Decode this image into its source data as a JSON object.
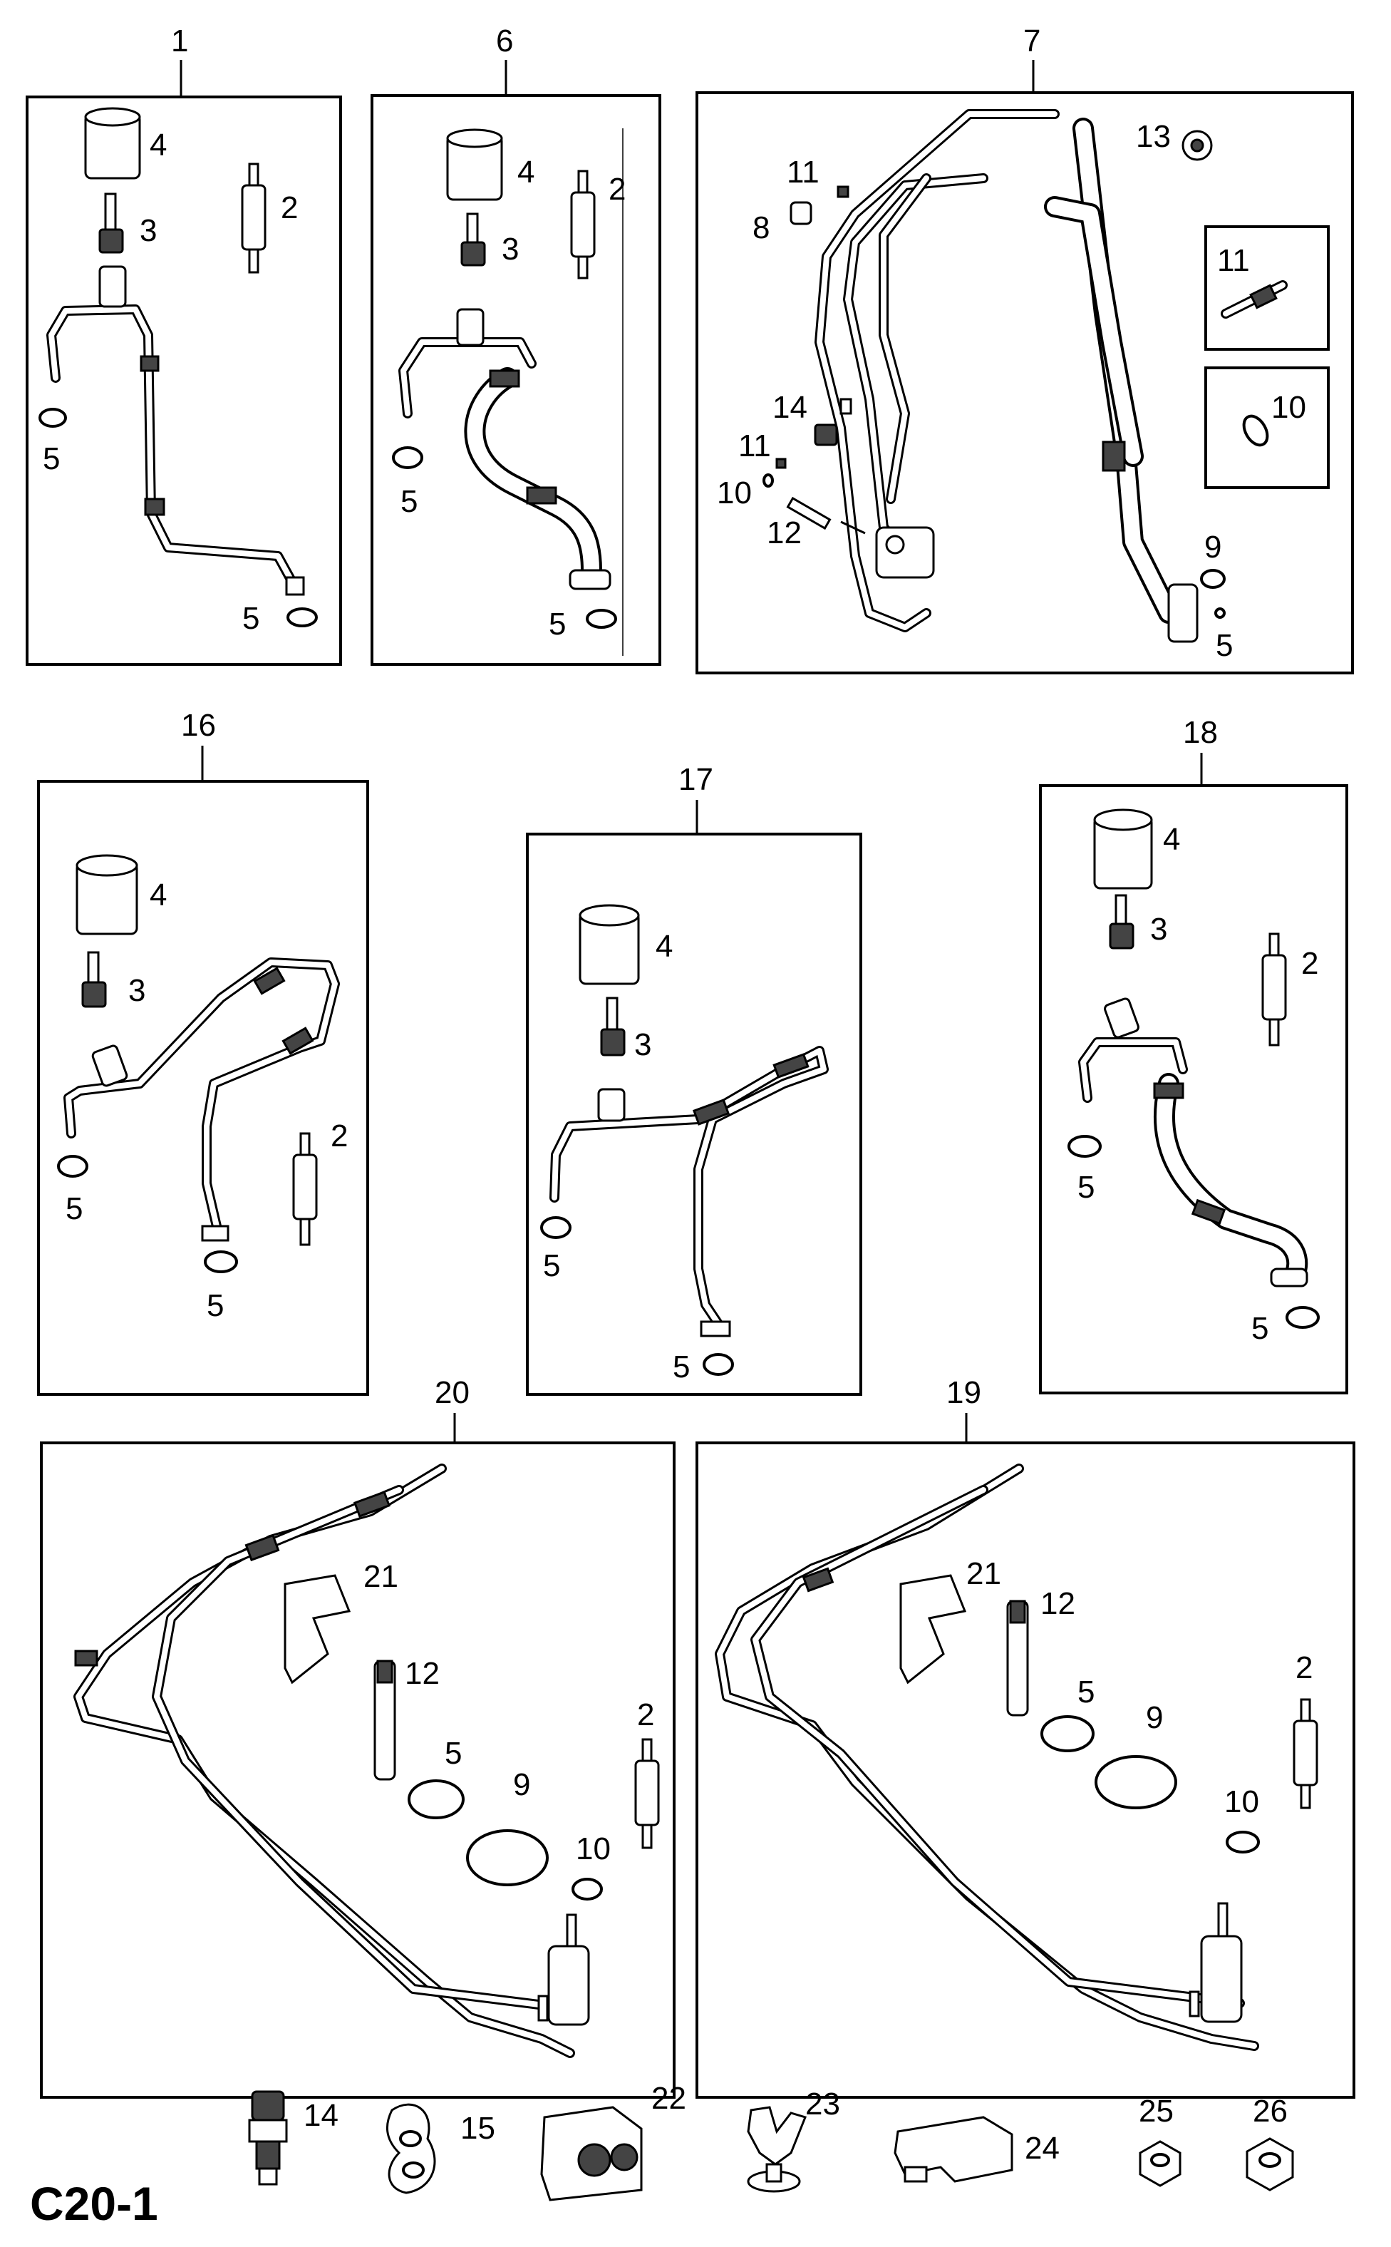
{
  "page_code": "C20-1",
  "groups": [
    {
      "id": "1",
      "label": "1",
      "parts": [
        "4",
        "3",
        "2",
        "5",
        "5"
      ]
    },
    {
      "id": "6",
      "label": "6",
      "parts": [
        "4",
        "3",
        "2",
        "5",
        "5"
      ]
    },
    {
      "id": "7",
      "label": "7",
      "parts": [
        "13",
        "11",
        "8",
        "11",
        "10",
        "14",
        "11",
        "10",
        "12",
        "9",
        "5"
      ]
    },
    {
      "id": "16",
      "label": "16",
      "parts": [
        "4",
        "3",
        "2",
        "5",
        "5"
      ]
    },
    {
      "id": "17",
      "label": "17",
      "parts": [
        "4",
        "3",
        "5",
        "5"
      ]
    },
    {
      "id": "18",
      "label": "18",
      "parts": [
        "4",
        "3",
        "2",
        "5",
        "5"
      ]
    },
    {
      "id": "20",
      "label": "20",
      "parts": [
        "21",
        "12",
        "2",
        "5",
        "9",
        "10"
      ]
    },
    {
      "id": "19",
      "label": "19",
      "parts": [
        "21",
        "12",
        "2",
        "5",
        "9",
        "10"
      ]
    }
  ],
  "loose_parts": [
    "14",
    "15",
    "22",
    "23",
    "24",
    "25",
    "26"
  ]
}
